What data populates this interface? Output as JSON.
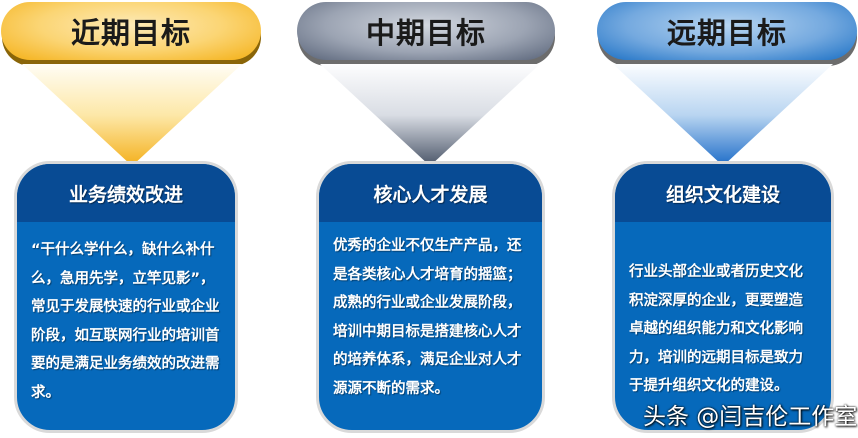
{
  "columns": [
    {
      "title": "近期目标",
      "theme": "gold",
      "colors": {
        "pill_edge": "#f5b41e",
        "pill_center": "#fde8b0",
        "pill_shadow": "#8a6508",
        "funnel_tip": "#f6b726"
      },
      "card": {
        "heading": "业务绩效改进",
        "body": "“干什么学什么，缺什么补什么，急用先学，立竿见影”，常见于发展快速的行业或企业阶段，如互联网行业的培训首要的是满足业务绩效的改进需求。"
      }
    },
    {
      "title": "中期目标",
      "theme": "slate",
      "colors": {
        "pill_edge": "#5a6478",
        "pill_center": "#c6ccd6",
        "pill_shadow": "#6c6c6c",
        "funnel_tip": "#4a5568"
      },
      "card": {
        "heading": "核心人才发展",
        "body": "优秀的企业不仅生产产品，还是各类核心人才培育的摇篮；成熟的行业或企业发展阶段，培训中期目标是搭建核心人才的培养体系，满足企业对人才源源不断的需求。"
      }
    },
    {
      "title": "远期目标",
      "theme": "blue",
      "colors": {
        "pill_edge": "#1a6fc4",
        "pill_center": "#a9ccee",
        "pill_shadow": "#6c6c6c",
        "funnel_tip": "#1d6cc8"
      },
      "card": {
        "heading": "组织文化建设",
        "body": "行业头部企业或者历史文化积淀深厚的企业，更要塑造卓越的组织能力和文化影响力，培训的远期目标是致力于提升组织文化的建设。"
      }
    }
  ],
  "colors": {
    "card_header": "#084b94",
    "card_body": "#0669bb",
    "card_border": "#d9d9d9",
    "text_on_card": "#ffffff"
  },
  "watermark": "头条 @闫吉伦工作室"
}
